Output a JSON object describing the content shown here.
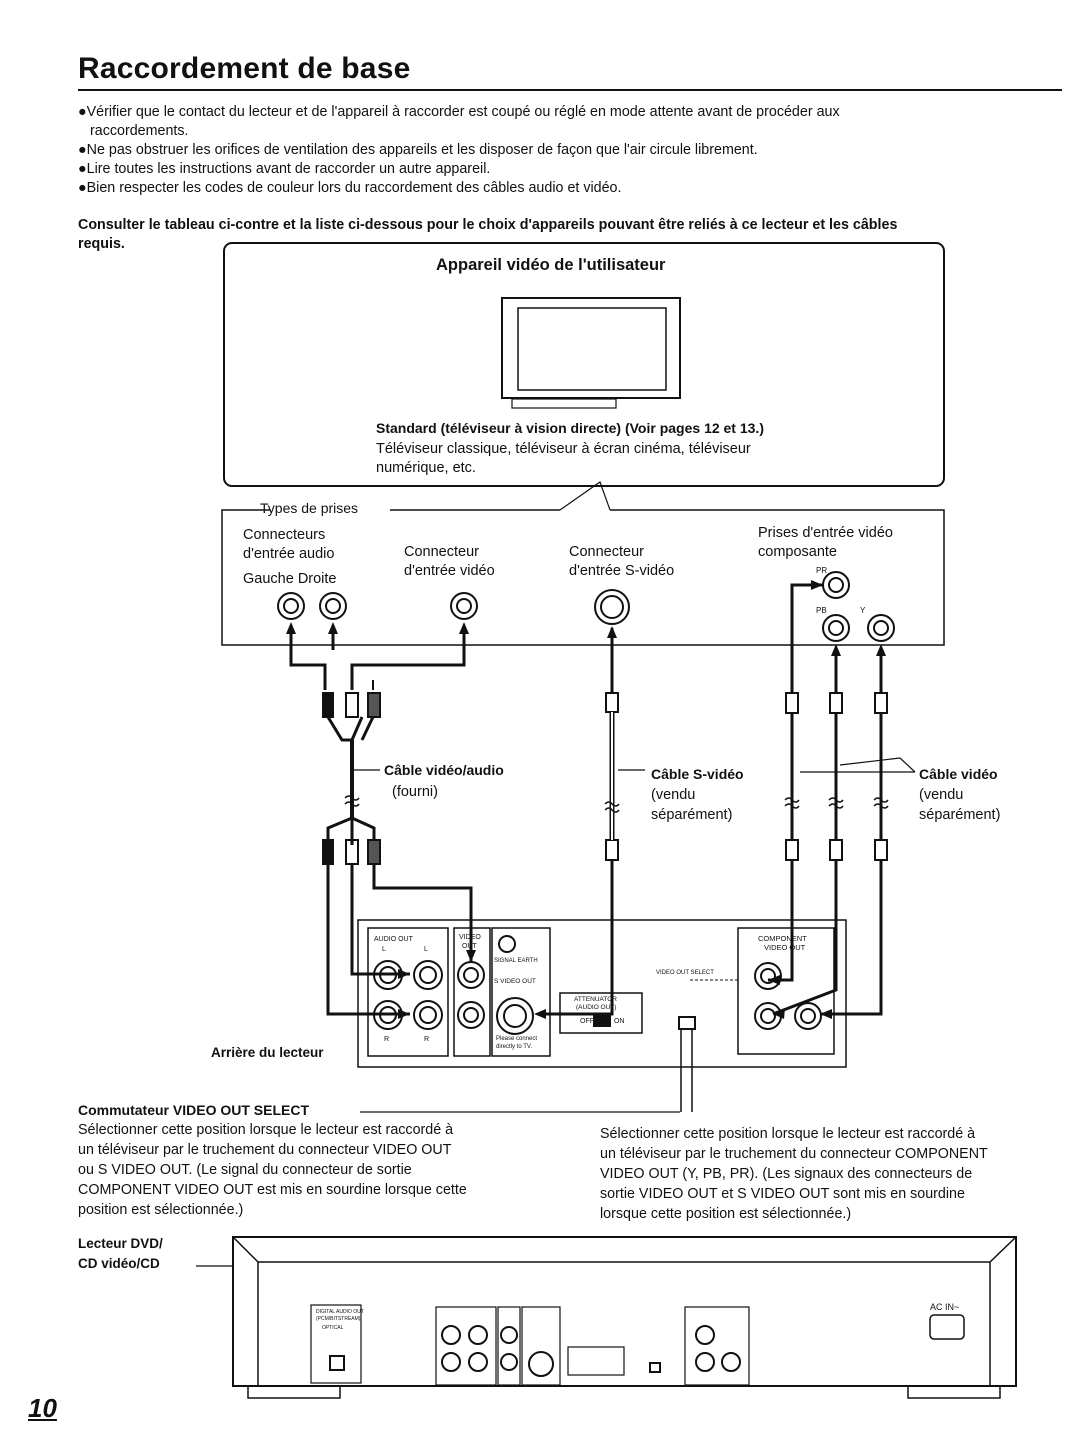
{
  "title": "Raccordement de base",
  "bullets": [
    "●Vérifier que le contact du lecteur et de l'appareil à raccorder est coupé ou réglé en mode attente avant de procéder aux",
    "raccordements.",
    "●Ne pas obstruer les orifices de ventilation des appareils et les disposer de façon que l'air circule librement.",
    "●Lire toutes les instructions avant de raccorder un autre appareil.",
    "●Bien respecter les codes de couleur lors du raccordement des câbles audio et vidéo."
  ],
  "note": {
    "line1": "Consulter le tableau ci-contre et la liste ci-dessous pour le choix d'appareils pouvant être reliés à ce lecteur et les câbles",
    "line2": "requis."
  },
  "tv_box": {
    "heading": "Appareil vidéo de l'utilisateur",
    "standard": "Standard (téléviseur à vision directe) (Voir pages 12 et 13.)",
    "desc1": "Téléviseur classique, téléviseur à écran cinéma, téléviseur",
    "desc2": "numérique, etc."
  },
  "jacks": {
    "types": "Types de prises",
    "audio_1": "Connecteurs",
    "audio_2": "d'entrée audio",
    "audio_3": "Gauche  Droite",
    "video_1": "Connecteur",
    "video_2": "d'entrée vidéo",
    "svideo_1": "Connecteur",
    "svideo_2": "d'entrée S-vidéo",
    "comp_1": "Prises d'entrée vidéo",
    "comp_2": "composante",
    "pr": "PR",
    "pb": "PB",
    "y": "Y"
  },
  "cables": {
    "av_1": "Câble vidéo/audio",
    "av_2": "(fourni)",
    "sv_1": "Câble S-vidéo",
    "sv_2": "(vendu",
    "sv_3": "séparément)",
    "cv_1": "Câble vidéo",
    "cv_2": "(vendu",
    "cv_3": "séparément)"
  },
  "rear": {
    "label": "Arrière du lecteur",
    "audio_out": "AUDIO OUT",
    "l": "L",
    "r": "R",
    "video_out_1": "VIDEO",
    "video_out_2": "OUT",
    "signal_earth": "SIGNAL EARTH",
    "s_video_out": "S VIDEO OUT",
    "please_1": "Please connect",
    "please_2": "directly to TV.",
    "attenuator_1": "ATTENUATOR",
    "attenuator_2": "(AUDIO OUT)",
    "off": "OFF",
    "on": "ON",
    "video_out_select": "VIDEO OUT SELECT",
    "component_1": "COMPONENT",
    "component_2": "VIDEO OUT"
  },
  "switch": {
    "heading": "Commutateur VIDEO OUT SELECT",
    "left": [
      "Sélectionner cette position lorsque le lecteur est raccordé à",
      "un téléviseur par le truchement du connecteur VIDEO OUT",
      "ou S VIDEO OUT. (Le signal du connecteur de sortie",
      "COMPONENT VIDEO OUT est mis en sourdine lorsque cette",
      "position est sélectionnée.)"
    ],
    "right": [
      "Sélectionner cette position lorsque le lecteur est raccordé à",
      "un téléviseur par le truchement du connecteur COMPONENT",
      "VIDEO OUT (Y, PB, PR). (Les signaux des connecteurs de",
      "sortie VIDEO OUT et S VIDEO OUT sont mis en sourdine",
      "lorsque cette position est sélectionnée.)"
    ]
  },
  "player": {
    "label_1": "Lecteur DVD/",
    "label_2": "CD vidéo/CD",
    "digital_1": "DIGITAL AUDIO OUT",
    "digital_2": "(PCM/BITSTREAM)",
    "digital_3": "OPTICAL",
    "ac_in": "AC IN~"
  },
  "page_number": "10"
}
